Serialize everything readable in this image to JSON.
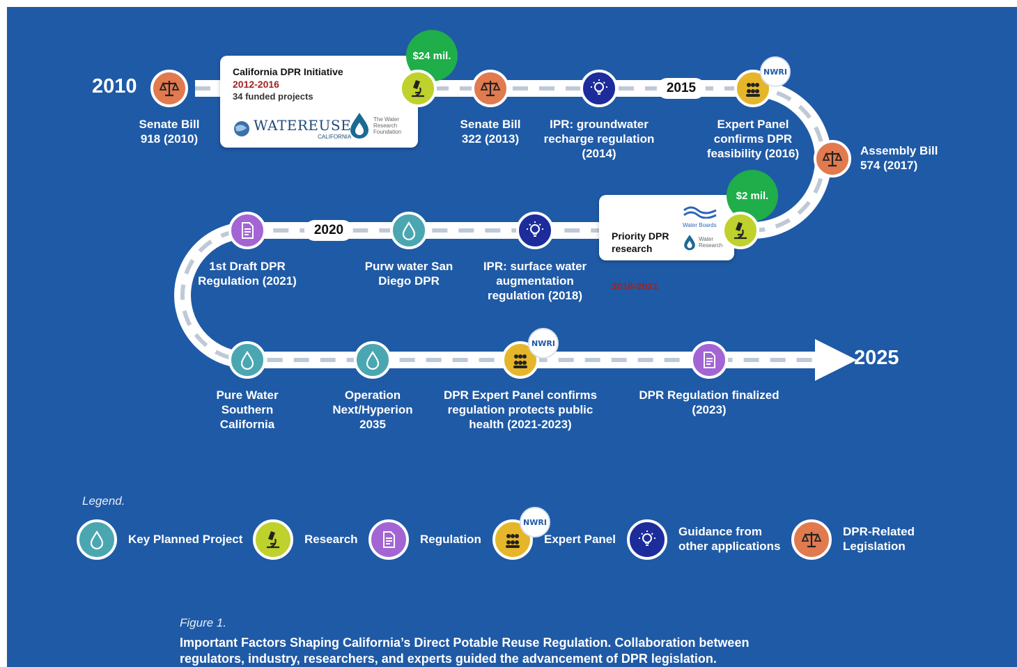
{
  "years": {
    "start": "2010",
    "y2015": "2015",
    "y2020": "2020",
    "end": "2025"
  },
  "milestones": {
    "sb918": "Senate Bill\n918 (2010)",
    "sb322": "Senate Bill\n322 (2013)",
    "ipr_gw": "IPR: groundwater\nrecharge regulation\n(2014)",
    "expert2016": "Expert Panel\nconfirms DPR\nfeasibility (2016)",
    "ab574": "Assembly Bill\n574 (2017)",
    "draft2021": "1st Draft DPR\nRegulation (2021)",
    "sandiego": "Purw water San\nDiego DPR",
    "ipr_sw": "IPR: surface water\naugmentation\nregulation (2018)",
    "pwsc": "Pure Water\nSouthern\nCalifornia",
    "hyperion": "Operation\nNext/Hyperion\n2035",
    "expert2023": "DPR Expert Panel confirms\nregulation protects public\nhealth (2021-2023)",
    "final2023": "DPR Regulation finalized\n(2023)"
  },
  "card_initiative": {
    "title": "California DPR Initiative",
    "period": "2012-2016",
    "sub": "34 funded projects",
    "funding": "$24 mil.",
    "logo1": "WATEREUSE",
    "logo1_sub": "CALIFORNIA",
    "logo2": "The Water Research Foundation"
  },
  "card_priority": {
    "title": "Priority DPR\nresearch",
    "period": "2018-2021",
    "funding": "$2 mil.",
    "logo1": "Water Boards",
    "logo2": "Water Research"
  },
  "nwri_badge": "NWRI",
  "legend": {
    "title": "Legend.",
    "items": {
      "project": "Key Planned Project",
      "research": "Research",
      "regulation": "Regulation",
      "expert": "Expert Panel",
      "guidance": "Guidance from\nother applications",
      "legislation": "DPR-Related\nLegislation"
    }
  },
  "figure": {
    "label": "Figure 1.",
    "caption": "Important Factors Shaping California’s Direct Potable Reuse Regulation. Collaboration between regulators, industry, researchers, and experts guided the advancement of DPR legislation."
  },
  "colors": {
    "background": "#1f5aa6",
    "legislation": "#e27a4f",
    "research": "#bfd12c",
    "regulation": "#a365d4",
    "expert": "#e6b62a",
    "guidance": "#1d2c9b",
    "project": "#4aa7b1",
    "funding": "#1fae4a",
    "period_text": "#a2221f"
  },
  "icons": {
    "legislation": "scales-icon",
    "research": "microscope-icon",
    "regulation": "document-icon",
    "expert": "people-group-icon",
    "guidance": "lightbulb-icon",
    "project": "water-drop-icon"
  }
}
